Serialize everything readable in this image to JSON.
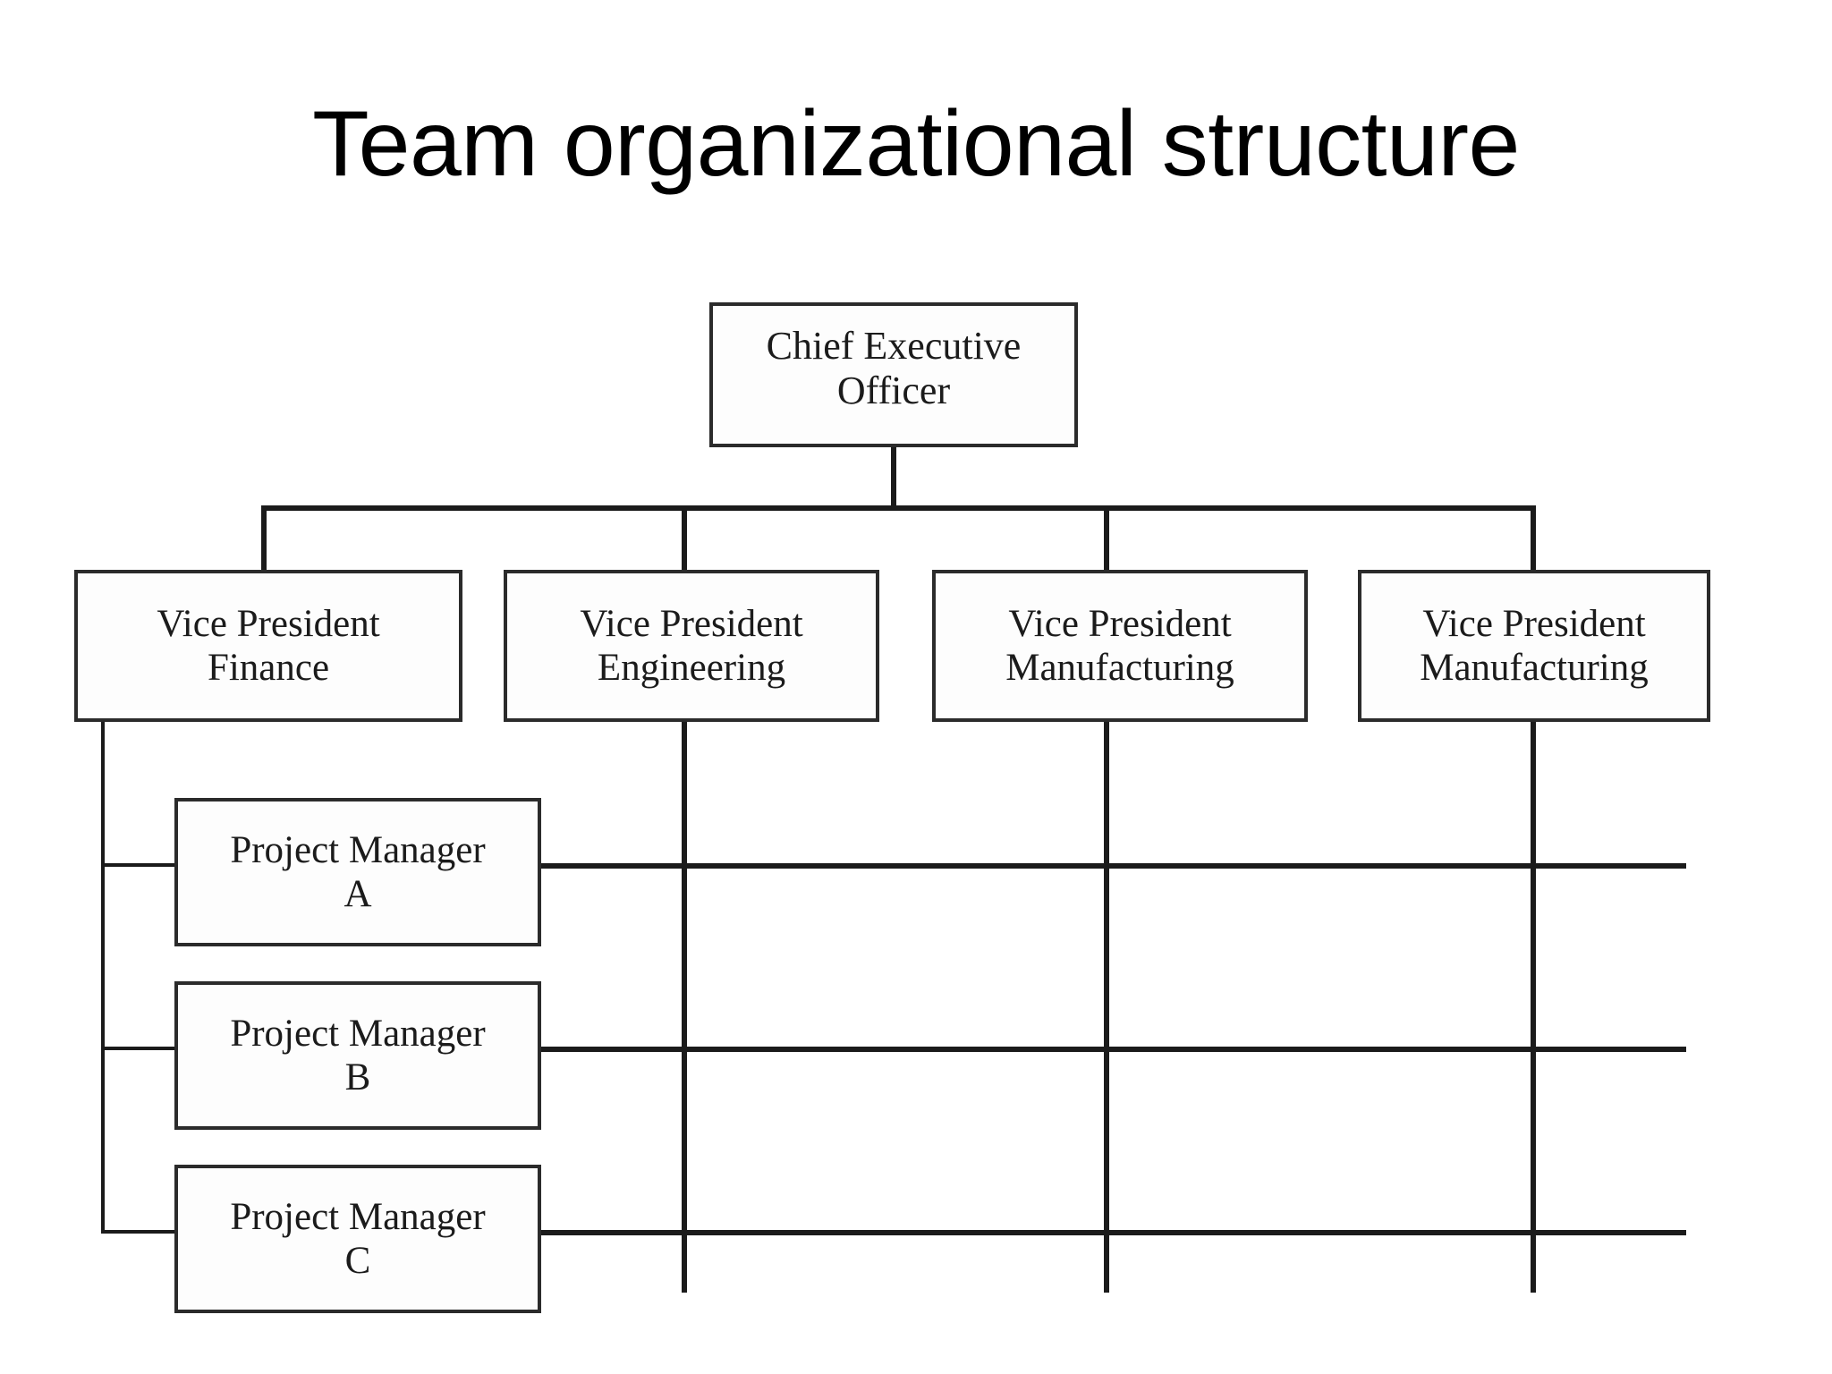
{
  "slide": {
    "title": "Team organizational structure",
    "background_color": "#ffffff",
    "line_color": "#1b1b1b",
    "box_border_color": "#2b2b2b",
    "text_color": "#1b1b1b"
  },
  "chart_data": {
    "type": "diagram",
    "diagram_kind": "matrix-organizational-chart",
    "title": "Team organizational structure",
    "nodes": [
      {
        "id": "ceo",
        "level": 0,
        "line1": "Chief Executive",
        "line2": "Officer"
      },
      {
        "id": "vp0",
        "level": 1,
        "line1": "Vice President",
        "line2": "Finance"
      },
      {
        "id": "vp1",
        "level": 1,
        "line1": "Vice President",
        "line2": "Engineering"
      },
      {
        "id": "vp2",
        "level": 1,
        "line1": "Vice President",
        "line2": "Manufacturing"
      },
      {
        "id": "vp3",
        "level": 1,
        "line1": "Vice President",
        "line2": "Manufacturing"
      },
      {
        "id": "pm0",
        "level": 2,
        "line1": "Project Manager",
        "line2": "A"
      },
      {
        "id": "pm1",
        "level": 2,
        "line1": "Project Manager",
        "line2": "B"
      },
      {
        "id": "pm2",
        "level": 2,
        "line1": "Project Manager",
        "line2": "C"
      }
    ],
    "edges": [
      {
        "from": "ceo",
        "to": "vp0"
      },
      {
        "from": "ceo",
        "to": "vp1"
      },
      {
        "from": "ceo",
        "to": "vp2"
      },
      {
        "from": "ceo",
        "to": "vp3"
      },
      {
        "from": "vp0",
        "to": "pm0"
      },
      {
        "from": "vp0",
        "to": "pm1"
      },
      {
        "from": "vp0",
        "to": "pm2"
      },
      {
        "from": "pm0",
        "to": "vp1"
      },
      {
        "from": "pm0",
        "to": "vp2"
      },
      {
        "from": "pm0",
        "to": "vp3"
      },
      {
        "from": "pm1",
        "to": "vp1"
      },
      {
        "from": "pm1",
        "to": "vp2"
      },
      {
        "from": "pm1",
        "to": "vp3"
      },
      {
        "from": "pm2",
        "to": "vp1"
      },
      {
        "from": "pm2",
        "to": "vp2"
      },
      {
        "from": "pm2",
        "to": "vp3"
      }
    ]
  },
  "ceo": {
    "line1": "Chief Executive",
    "line2": "Officer"
  },
  "vps": [
    {
      "line1": "Vice President",
      "line2": "Finance"
    },
    {
      "line1": "Vice President",
      "line2": "Engineering"
    },
    {
      "line1": "Vice President",
      "line2": "Manufacturing"
    },
    {
      "line1": "Vice President",
      "line2": "Manufacturing"
    }
  ],
  "pms": [
    {
      "line1": "Project Manager",
      "line2": "A"
    },
    {
      "line1": "Project Manager",
      "line2": "B"
    },
    {
      "line1": "Project Manager",
      "line2": "C"
    }
  ]
}
